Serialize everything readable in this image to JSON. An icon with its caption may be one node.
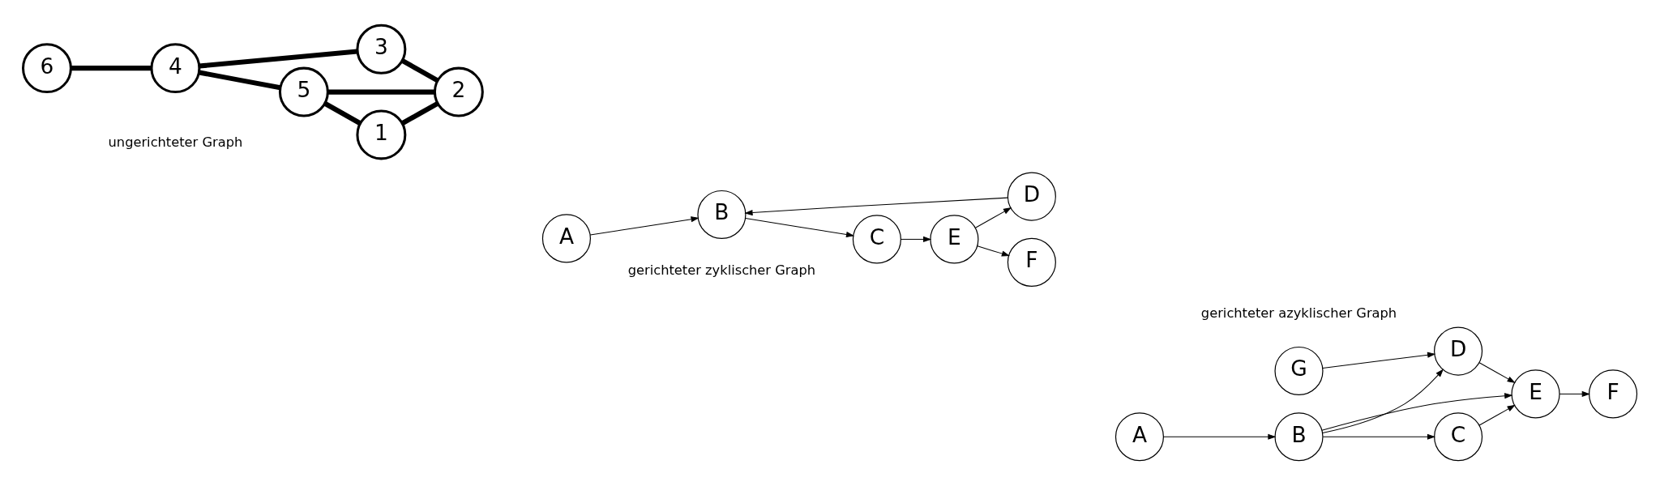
{
  "diagram": {
    "nodes": [
      {
        "text": [
          "6"
        ]
      },
      {
        "text": [
          "4"
        ]
      },
      {
        "text": [
          "5"
        ]
      },
      {
        "text": [
          "1"
        ]
      },
      {
        "text": [
          "3"
        ]
      },
      {
        "text": [
          "2"
        ]
      },
      {
        "text": [
          "A"
        ]
      },
      {
        "text": [
          "B"
        ]
      },
      {
        "text": [
          "C"
        ]
      },
      {
        "text": [
          "E"
        ]
      },
      {
        "text": [
          "D"
        ]
      },
      {
        "text": [
          "F"
        ]
      },
      {
        "text": [
          "A"
        ]
      },
      {
        "text": [
          "B"
        ]
      },
      {
        "text": [
          "C"
        ]
      },
      {
        "text": [
          "E"
        ]
      },
      {
        "text": [
          "G"
        ]
      },
      {
        "text": [
          "D"
        ]
      },
      {
        "text": [
          "F"
        ]
      }
    ],
    "edges": [
      {
        "from": 0,
        "to": 1,
        "arrow": "none",
        "style": "thick"
      },
      {
        "from": 1,
        "to": 2,
        "arrow": "none",
        "style": "thick"
      },
      {
        "from": 2,
        "to": 3,
        "arrow": "none",
        "style": "thick"
      },
      {
        "from": 1,
        "to": 4,
        "arrow": "none",
        "style": "thick"
      },
      {
        "from": 2,
        "to": 5,
        "arrow": "none",
        "style": "thick"
      },
      {
        "from": 3,
        "to": 5,
        "arrow": "none",
        "style": "thick"
      },
      {
        "from": 4,
        "to": 5,
        "arrow": "none",
        "style": "thick"
      },
      {
        "from": 6,
        "to": 7,
        "arrow": "to"
      },
      {
        "from": 7,
        "to": 8,
        "arrow": "to"
      },
      {
        "from": 8,
        "to": 9,
        "arrow": "to"
      },
      {
        "from": 9,
        "to": 10,
        "arrow": "to"
      },
      {
        "from": 10,
        "to": 7,
        "arrow": "to"
      },
      {
        "from": 9,
        "to": 11,
        "arrow": "to"
      },
      {
        "from": 12,
        "to": 13,
        "arrow": "to"
      },
      {
        "from": 13,
        "to": 14,
        "arrow": "to"
      },
      {
        "from": 14,
        "to": 15,
        "arrow": "to"
      },
      {
        "from": 13,
        "to": 15,
        "arrow": "to"
      },
      {
        "from": 13,
        "to": 17,
        "arrow": "to"
      },
      {
        "from": 16,
        "to": 17,
        "arrow": "to"
      },
      {
        "from": 17,
        "to": 15,
        "arrow": "to"
      },
      {
        "from": 15,
        "to": 18,
        "arrow": "to"
      }
    ],
    "labels": [
      "ungerichteter Graph",
      "gerichteter zyklischer Graph",
      "gerichteter azyklischer Graph"
    ]
  }
}
